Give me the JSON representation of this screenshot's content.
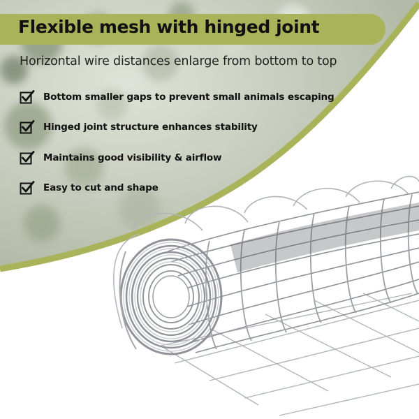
{
  "heading": {
    "title": "Flexible mesh with hinged joint",
    "subtitle": "Horizontal wire distances enlarge from bottom to top"
  },
  "features": [
    {
      "label": "Bottom smaller gaps to prevent small animals escaping",
      "icon": "checkbox-check-icon"
    },
    {
      "label": "Hinged joint structure enhances stability",
      "icon": "checkbox-check-icon"
    },
    {
      "label": "Maintains good visibility & airflow",
      "icon": "checkbox-check-icon"
    },
    {
      "label": "Easy to cut and shape",
      "icon": "checkbox-check-icon"
    }
  ],
  "colors": {
    "accent": "#a8b35a",
    "text": "#111111",
    "background_photo": "#c9cfbf"
  },
  "image": {
    "subject": "wire-mesh-roll",
    "background": "blurred-foliage"
  }
}
